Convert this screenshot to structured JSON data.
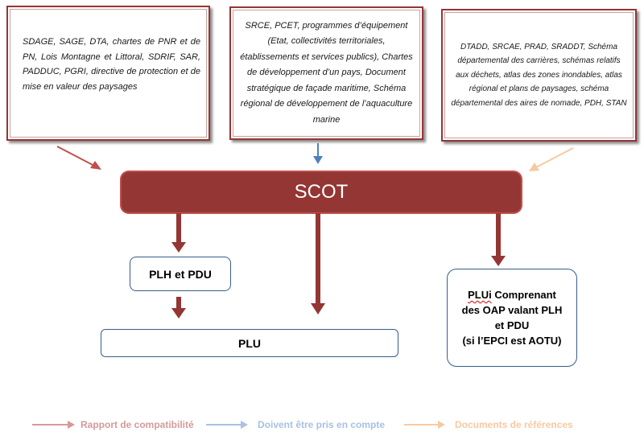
{
  "top_boxes": {
    "left": "SDAGE, SAGE, DTA, chartes de PNR et de PN, Lois Montagne et Littoral, SDRIF, SAR, PADDUC, PGRI, directive de protection et de mise en valeur des paysages",
    "middle": "SRCE, PCET, programmes d’équipement (Etat, collectivités territoriales, établissements et services publics), Chartes de développement d’un pays, Document stratégique de façade maritime, Schéma régional de développement de l’aquaculture marine",
    "right": "DTADD, SRCAE, PRAD, SRADDT, Schéma départemental des carrières, schémas relatifs aux déchets, atlas des zones inondables, atlas régional et plans de paysages, schéma départemental des aires de nomade, PDH, STAN"
  },
  "scot": "SCOT",
  "plh_pdu": "PLH et PDU",
  "plu": "PLU",
  "plui": {
    "acronym": "PLUi",
    "line1_rest": " Comprenant",
    "line2": "des OAP valant PLH",
    "line3": "et PDU",
    "line4": "(si l’EPCI est AOTU)"
  },
  "legend": [
    {
      "label": "Rapport de compatibilité",
      "color": "#d59a99"
    },
    {
      "label": "Doivent être pris en compte",
      "color": "#a8c1e3"
    },
    {
      "label": "Documents de références",
      "color": "#f7c9a0"
    }
  ],
  "colors": {
    "main": "#943634",
    "arrow_compat": "#c0504d",
    "arrow_prise": "#4f81bd",
    "arrow_ref": "#f7c9a0",
    "box_border": "#385d8a"
  }
}
